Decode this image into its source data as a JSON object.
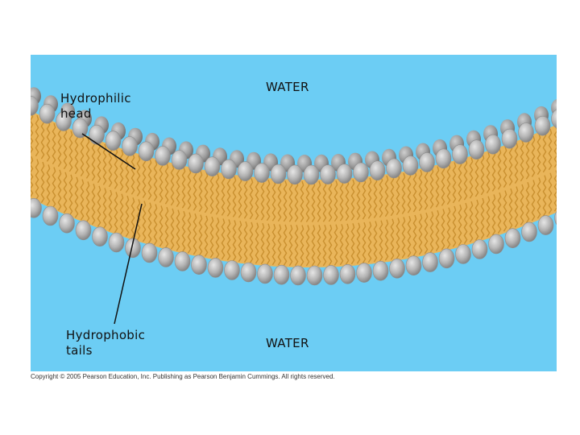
{
  "labels": {
    "water_top": "WATER",
    "water_bottom": "WATER",
    "hydrophilic_line1": "Hydrophilic",
    "hydrophilic_line2": "head",
    "hydrophobic_line1": "Hydrophobic",
    "hydrophobic_line2": "tails"
  },
  "copyright": "Copyright © 2005 Pearson Education, Inc. Publishing as Pearson Benjamin Cummings. All rights reserved.",
  "colors": {
    "water": "#6ccdf4",
    "head": "#b9b9b9",
    "head_shade": "#8e8e8e",
    "tail_band": "#e9b55a",
    "tail_line": "#c99030"
  }
}
